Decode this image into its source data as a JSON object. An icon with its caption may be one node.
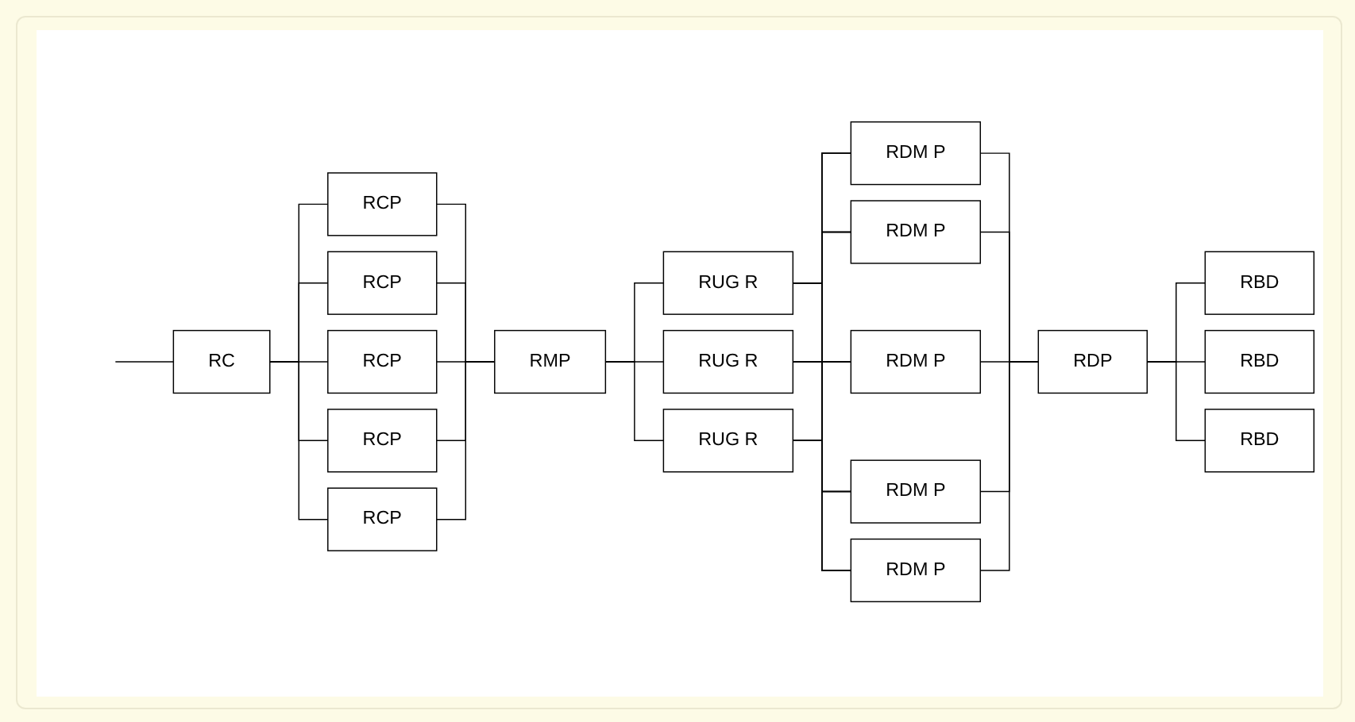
{
  "diagram": {
    "nodes": [
      {
        "text": [
          "RC"
        ]
      },
      {
        "text": [
          "RCP"
        ]
      },
      {
        "text": [
          "RCP"
        ]
      },
      {
        "text": [
          "RCP"
        ]
      },
      {
        "text": [
          "RCP"
        ]
      },
      {
        "text": [
          "RCP"
        ]
      },
      {
        "text": [
          "RMP"
        ]
      },
      {
        "text": [
          "RUG R"
        ]
      },
      {
        "text": [
          "RUG R"
        ]
      },
      {
        "text": [
          "RUG R"
        ]
      },
      {
        "text": [
          "RDM P"
        ]
      },
      {
        "text": [
          "RDM P"
        ]
      },
      {
        "text": [
          "RDM P"
        ]
      },
      {
        "text": [
          "RDM P"
        ]
      },
      {
        "text": [
          "RDM P"
        ]
      },
      {
        "text": [
          "RDP"
        ]
      },
      {
        "text": [
          "RBD"
        ]
      },
      {
        "text": [
          "RBD"
        ]
      },
      {
        "text": [
          "RBD"
        ]
      }
    ],
    "edges": [
      {
        "from": null,
        "to": 0,
        "arrow": "none"
      },
      {
        "from": 0,
        "to": 1,
        "arrow": "none"
      },
      {
        "from": 0,
        "to": 2,
        "arrow": "none"
      },
      {
        "from": 0,
        "to": 3,
        "arrow": "none"
      },
      {
        "from": 0,
        "to": 4,
        "arrow": "none"
      },
      {
        "from": 0,
        "to": 5,
        "arrow": "none"
      },
      {
        "from": 1,
        "to": 6,
        "arrow": "none"
      },
      {
        "from": 2,
        "to": 6,
        "arrow": "none"
      },
      {
        "from": 3,
        "to": 6,
        "arrow": "none"
      },
      {
        "from": 4,
        "to": 6,
        "arrow": "none"
      },
      {
        "from": 5,
        "to": 6,
        "arrow": "none"
      },
      {
        "from": 6,
        "to": 7,
        "arrow": "none"
      },
      {
        "from": 6,
        "to": 8,
        "arrow": "none"
      },
      {
        "from": 6,
        "to": 9,
        "arrow": "none"
      },
      {
        "from": 7,
        "to": 10,
        "arrow": "none"
      },
      {
        "from": 7,
        "to": 11,
        "arrow": "none"
      },
      {
        "from": 7,
        "to": 12,
        "arrow": "none"
      },
      {
        "from": 7,
        "to": 13,
        "arrow": "none"
      },
      {
        "from": 7,
        "to": 14,
        "arrow": "none"
      },
      {
        "from": 8,
        "to": 10,
        "arrow": "none"
      },
      {
        "from": 8,
        "to": 11,
        "arrow": "none"
      },
      {
        "from": 8,
        "to": 12,
        "arrow": "none"
      },
      {
        "from": 8,
        "to": 13,
        "arrow": "none"
      },
      {
        "from": 8,
        "to": 14,
        "arrow": "none"
      },
      {
        "from": 9,
        "to": 10,
        "arrow": "none"
      },
      {
        "from": 9,
        "to": 11,
        "arrow": "none"
      },
      {
        "from": 9,
        "to": 12,
        "arrow": "none"
      },
      {
        "from": 9,
        "to": 13,
        "arrow": "none"
      },
      {
        "from": 9,
        "to": 14,
        "arrow": "none"
      },
      {
        "from": 10,
        "to": 15,
        "arrow": "none"
      },
      {
        "from": 11,
        "to": 15,
        "arrow": "none"
      },
      {
        "from": 12,
        "to": 15,
        "arrow": "none"
      },
      {
        "from": 13,
        "to": 15,
        "arrow": "none"
      },
      {
        "from": 14,
        "to": 15,
        "arrow": "none"
      },
      {
        "from": 15,
        "to": 16,
        "arrow": "none"
      },
      {
        "from": 15,
        "to": 17,
        "arrow": "none"
      },
      {
        "from": 15,
        "to": 18,
        "arrow": "none"
      }
    ]
  }
}
